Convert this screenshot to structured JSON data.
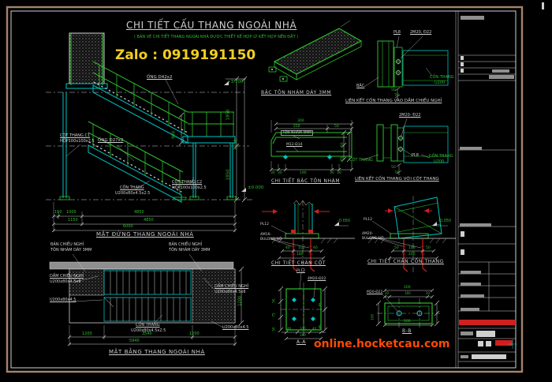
{
  "colors": {
    "green": "#2dbe2d",
    "cyan": "#00c3c3",
    "white2": "#cfcfcf",
    "tan": "#a6836a",
    "red": "#cf2020",
    "gray": "#8f8f8f",
    "yellow": "#f2cf1f",
    "orange": "#ff4a00",
    "bg": "#000000"
  },
  "header": {
    "title": "CHI TIẾT CẤU THANG NGOÀI NHÀ",
    "subtitle": "( BẢN VẼ CHI TIẾT THANG NGOÀI NHÀ ĐƯỢC THIẾT KẾ HỢP LÝ KẾT HỢP NỀN ĐẤT )"
  },
  "watermarks": {
    "zalo": "Zalo : 0919191150",
    "website": "online.hocketcau.com"
  },
  "elevation": {
    "caption": "MẶT ĐỨNG THANG NGOÀI NHÀ",
    "ong_top": "ỐNG D42x2",
    "ong_mid": "ỐNG D27x2",
    "cot_c1": "CỘT THANG C1",
    "cot_c1_spec": "HỘP100x100x2.5",
    "con_thang": "CỐN THANG",
    "con_thang_spec": "U200x80x4.5x2.5",
    "cot_c2": "CỘT THANG C2",
    "cot_c2_spec": "HỘP100x100x2.5",
    "level_top": "+3.700",
    "level_bottom": "±0.000",
    "dim_rail": "900",
    "dim_v1": "1850",
    "dim_v2": "1850",
    "dim_v_total": "3700",
    "dim_150": "150",
    "dim_1000": "1000",
    "dim_4850a": "4850",
    "dim_1150": "1150",
    "dim_4850b": "4850",
    "dim_total": "6000"
  },
  "plan": {
    "caption": "MẶT BẰNG THANG NGOÀI NHÀ",
    "ban_cn": "BẢN CHIẾU NGHỈ",
    "ban_cn_spec": "TÔN NHÁM DÀY 3MM",
    "dam_cn": "DẦM CHIẾU NGHỈ",
    "dam_cn_spec": "U200x80x4.5x6",
    "u200": "U200x80x4.5",
    "con_thang": "CỐN THANG",
    "con_thang_spec": "U200x80x4.5x2.5",
    "dim_left": "1200",
    "dim_mid": "3540",
    "dim_right": "1200",
    "dim_total": "5940",
    "dim_width": "1200"
  },
  "tread_iso": {
    "caption": "BẬC TÔN NHÁM DÀY 3MM"
  },
  "lk1": {
    "caption": "LIÊN KẾT CỐN THANG VÀO DẦM CHIẾU NGHỈ",
    "pl8": "PL8",
    "bolts": "2M20, Đ22",
    "bac": "BẬC",
    "con": "CỐN THANG",
    "con_spec": "U200",
    "dim_50": "50",
    "dim_70": "70"
  },
  "lk2": {
    "caption": "LIÊN KẾT CỐN THANG VỚI CỘT THANG",
    "bolts": "2M20- Đ22",
    "pl8": "PL8",
    "con": "CỐN THANG",
    "con_spec": "U200",
    "cot": "CỘT THANG",
    "dim_50": "50",
    "dim_70": "70"
  },
  "bac_detail": {
    "caption": "CHI TIẾT BẬC TÔN NHÁM",
    "ton": "TÔN NHÁM 4MM",
    "bolt": "M12-Đ14",
    "d300": "300",
    "d250": "250",
    "d50": "50",
    "d30a": "30",
    "d30b": "30",
    "d190": "190",
    "d30c": "30",
    "d30d": "30",
    "dv50": "50",
    "dv85": "85"
  },
  "chan_cot": {
    "caption": "CHI TIẾT CHÂN CỘT",
    "pl12": "PL12",
    "bolt1": "4M16-",
    "bolt2": "BULONG NỞ",
    "level": "-0.050",
    "d40a": "40",
    "d100": "100",
    "d40b": "40",
    "d180": "180"
  },
  "chan_con": {
    "caption": "CHI TIẾT CHÂN CỐN THANG",
    "pl12": "PL12",
    "bolt1": "4M20-",
    "bolt2": "BULONG NỞ",
    "level": "-0.050",
    "d50a": "50",
    "d100": "100",
    "d50b": "50",
    "d200": "200"
  },
  "section_a": {
    "caption": "A-A",
    "pl12": "PL12",
    "bolts": "4M20-Đ22",
    "dl50a": "50",
    "dl75": "75",
    "dl50b": "50",
    "dr85a": "85",
    "dr85b": "85",
    "d40a": "40",
    "d100": "100",
    "d40b": "40",
    "d180": "180"
  },
  "section_b": {
    "caption": "B-B",
    "bolts": "M20-Đ22",
    "d200_top": "200",
    "d20a": "20",
    "d160": "160",
    "d20b": "20",
    "d100": "100",
    "d200_bottom": "200"
  }
}
